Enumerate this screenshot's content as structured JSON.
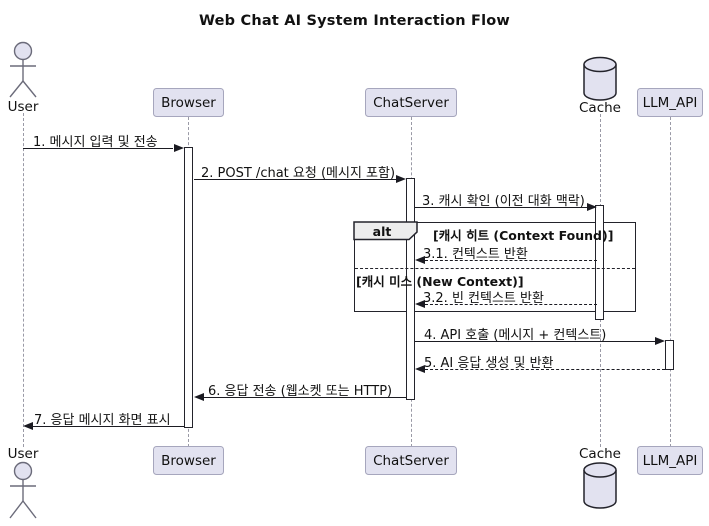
{
  "title": "Web Chat AI System Interaction Flow",
  "diagram_type": "sequence",
  "participants": [
    {
      "id": "user",
      "label": "User",
      "kind": "actor"
    },
    {
      "id": "browser",
      "label": "Browser",
      "kind": "box"
    },
    {
      "id": "chatserver",
      "label": "ChatServer",
      "kind": "box"
    },
    {
      "id": "cache",
      "label": "Cache",
      "kind": "database"
    },
    {
      "id": "llm_api",
      "label": "LLM_API",
      "kind": "box"
    }
  ],
  "alt": {
    "operator": "alt",
    "condition_hit": "[캐시 히트 (Context Found)]",
    "condition_miss": "[캐시 미스 (New Context)]"
  },
  "messages": [
    {
      "label": "1. 메시지 입력 및 전송",
      "from": "User",
      "to": "Browser",
      "line": "solid"
    },
    {
      "label": "2. POST /chat 요청 (메시지 포함)",
      "from": "Browser",
      "to": "ChatServer",
      "line": "solid"
    },
    {
      "label": "3. 캐시 확인 (이전 대화 맥락)",
      "from": "ChatServer",
      "to": "Cache",
      "line": "solid"
    },
    {
      "label": "3.1. 컨텍스트 반환",
      "from": "Cache",
      "to": "ChatServer",
      "line": "dashed"
    },
    {
      "label": "3.2. 빈 컨텍스트 반환",
      "from": "Cache",
      "to": "ChatServer",
      "line": "dashed"
    },
    {
      "label": "4. API 호출 (메시지 + 컨텍스트)",
      "from": "ChatServer",
      "to": "LLM_API",
      "line": "solid"
    },
    {
      "label": "5. AI 응답 생성 및 반환",
      "from": "LLM_API",
      "to": "ChatServer",
      "line": "dashed"
    },
    {
      "label": "6. 응답 전송 (웹소켓 또는 HTTP)",
      "from": "ChatServer",
      "to": "Browser",
      "line": "solid"
    },
    {
      "label": "7. 응답 메시지 화면 표시",
      "from": "Browser",
      "to": "User",
      "line": "solid"
    }
  ],
  "colors": {
    "participant_fill": "#E2E2F0",
    "participant_border": "#A6A6BD",
    "frame_border": "#23232B",
    "lifeline": "#9A9AA6",
    "arrow": "#1B1B22",
    "alt_operator_fill": "#EDEDED",
    "background": "#FFFFFF"
  }
}
